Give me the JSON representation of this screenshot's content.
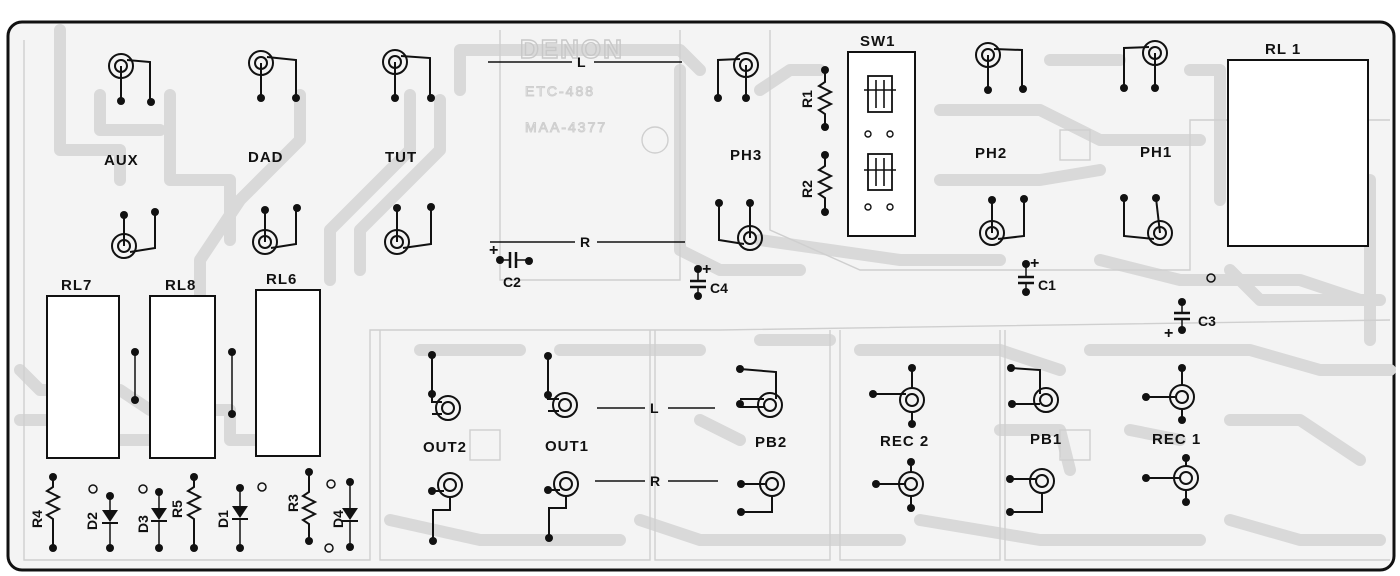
{
  "board": {
    "brand": "DENON",
    "model": "ETC-488",
    "part_no": "MAA-4377",
    "accent_color": "#111111",
    "trace_color": "#d9d9d9"
  },
  "jacks_top": {
    "aux": "AUX",
    "dad": "DAD",
    "tut": "TUT",
    "ph3": "PH3",
    "ph2": "PH2",
    "ph1": "PH1"
  },
  "jacks_bottom": {
    "out2": "OUT2",
    "out1": "OUT1",
    "pb2": "PB2",
    "rec2": "REC 2",
    "pb1": "PB1",
    "rec1": "REC 1"
  },
  "channels": {
    "left": "L",
    "right": "R",
    "left2": "L",
    "right2": "R"
  },
  "relays": {
    "rl1": "RL 1",
    "rl6": "RL6",
    "rl7": "RL7",
    "rl8": "RL8"
  },
  "switches": {
    "sw1": "SW1"
  },
  "resistors": {
    "r1": "R1",
    "r2": "R2",
    "r3": "R3",
    "r4": "R4",
    "r5": "R5"
  },
  "capacitors": {
    "c1": "C1",
    "c2": "C2",
    "c3": "C3",
    "c4": "C4"
  },
  "diodes": {
    "d1": "D1",
    "d2": "D2",
    "d3": "D3",
    "d4": "D4"
  }
}
